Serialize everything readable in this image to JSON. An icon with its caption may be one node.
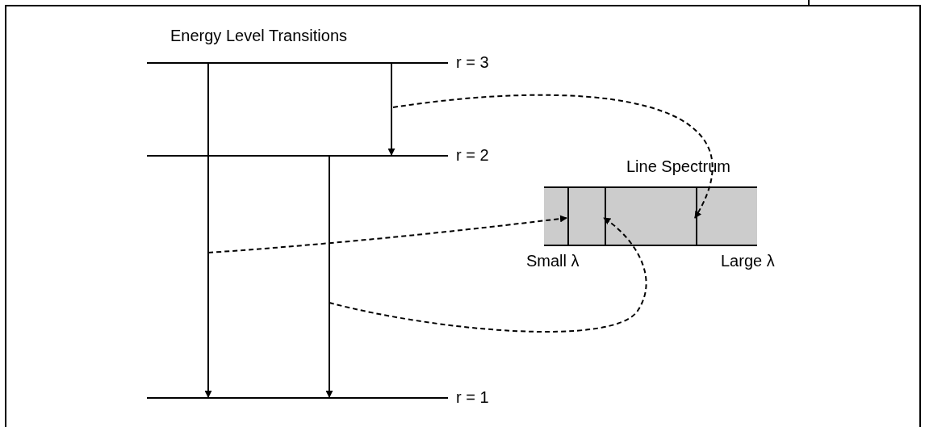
{
  "diagram": {
    "title": "Energy Level Transitions",
    "nodes": [
      {
        "text": [],
        "shape": "bar",
        "beside": [
          "r = 3"
        ]
      },
      {
        "text": [],
        "shape": "bar",
        "beside": [
          "r = 2"
        ]
      },
      {
        "text": [],
        "shape": "bar",
        "beside": [
          "r = 1"
        ]
      },
      {
        "text": [
          "Line Spectrum"
        ]
      },
      {
        "text": [],
        "shape": "bar",
        "in": 3
      },
      {
        "text": [],
        "shape": "bar",
        "in": 3
      },
      {
        "text": [],
        "shape": "bar",
        "in": 3
      }
    ],
    "edges": [
      {
        "from": 0,
        "to": 2,
        "arrow": "to"
      },
      {
        "from": 0,
        "to": 1,
        "arrow": "to"
      },
      {
        "from": 1,
        "to": 2,
        "arrow": "to"
      },
      {
        "from": null,
        "to": 6,
        "arrow": "to",
        "style": "dashed"
      },
      {
        "from": null,
        "to": 4,
        "arrow": "to",
        "style": "dashed"
      },
      {
        "from": null,
        "to": 5,
        "arrow": "to",
        "style": "dashed"
      }
    ],
    "labels": [
      "Small λ",
      "Large λ"
    ]
  }
}
